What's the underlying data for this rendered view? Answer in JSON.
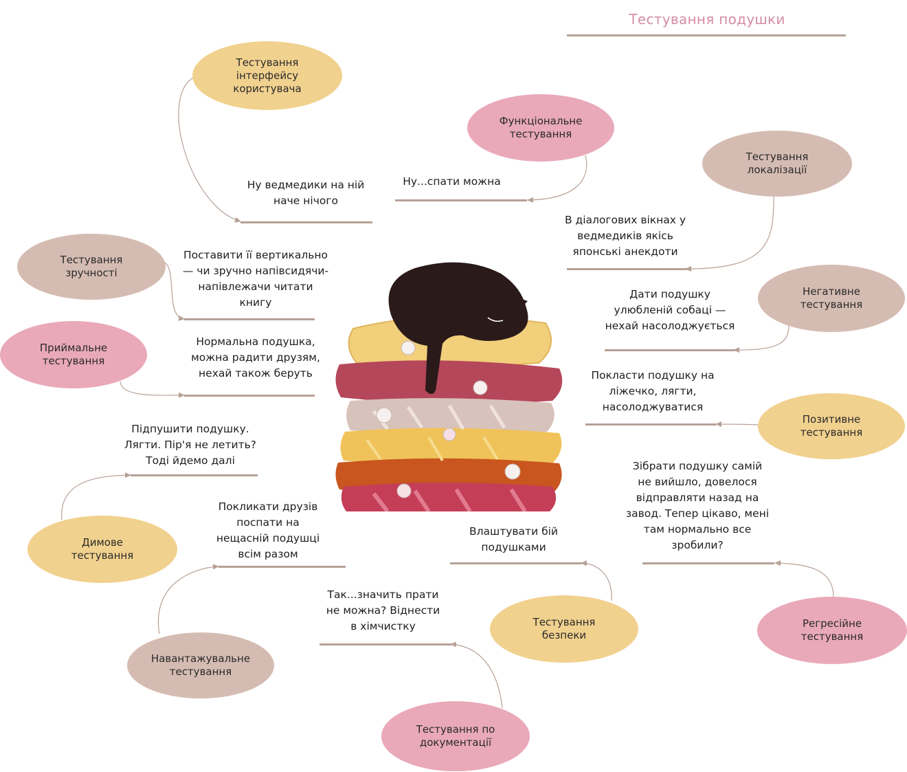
{
  "title": "Тестування подушки",
  "colors": {
    "yellow": "#f1d18e",
    "pink": "#e9a9b9",
    "taupe": "#d5bcb2",
    "line": "#b7a096",
    "title": "#d48da3"
  },
  "nodes": [
    {
      "id": "ui",
      "label": "Тестування\nінтерфейсу\nкористувача",
      "color": "yellow",
      "note": "Ну ведмедики на ній\nначе нічого"
    },
    {
      "id": "func",
      "label": "Функціональне\nтестування",
      "color": "pink",
      "note": "Ну...спати можна"
    },
    {
      "id": "loc",
      "label": "Тестування\nлокалізації",
      "color": "taupe",
      "note": "В діалогових вікнах у\nведмедиків якісь\nяпонські анекдоти"
    },
    {
      "id": "usability",
      "label": "Тестування\nзручності",
      "color": "taupe",
      "note": "Поставити її вертикально\n— чи зручно напівсидячи-\nнапівлежачи читати\nкнигу"
    },
    {
      "id": "negative",
      "label": "Негативне\nтестування",
      "color": "taupe",
      "note": "Дати подушку\nулюбленій собаці —\nнехай насолоджується"
    },
    {
      "id": "accept",
      "label": "Приймальне\nтестування",
      "color": "pink",
      "note": "Нормальна подушка,\nможна радити друзям,\nнехай також беруть"
    },
    {
      "id": "positive",
      "label": "Позитивне\nтестування",
      "color": "yellow",
      "note": "Покласти подушку на\nліжечко, лягти,\nнасолоджуватися"
    },
    {
      "id": "smoke",
      "label": "Димове\nтестування",
      "color": "yellow",
      "note": "Підпушити подушку.\nЛягти. Пір'я не летить?\nТоді йдемо далі"
    },
    {
      "id": "regress",
      "label": "Регресійне\nтестування",
      "color": "pink",
      "note": "Зібрати подушку самій\nне вийшло, довелося\nвідправляти назад на\nзавод. Тепер цікаво, мені\nтам нормально все\nзробили?"
    },
    {
      "id": "load",
      "label": "Навантажувальне\nтестування",
      "color": "taupe",
      "note": "Покликати друзів\nпоспати на\nнещасній подушці\nвсім разом"
    },
    {
      "id": "security",
      "label": "Тестування\nбезпеки",
      "color": "yellow",
      "note": "Влаштувати бій\nподушками"
    },
    {
      "id": "docs",
      "label": "Тестування по\nдокументації",
      "color": "pink",
      "note": "Так...значить прати\nне можна? Віднести\nв хімчистку"
    }
  ]
}
